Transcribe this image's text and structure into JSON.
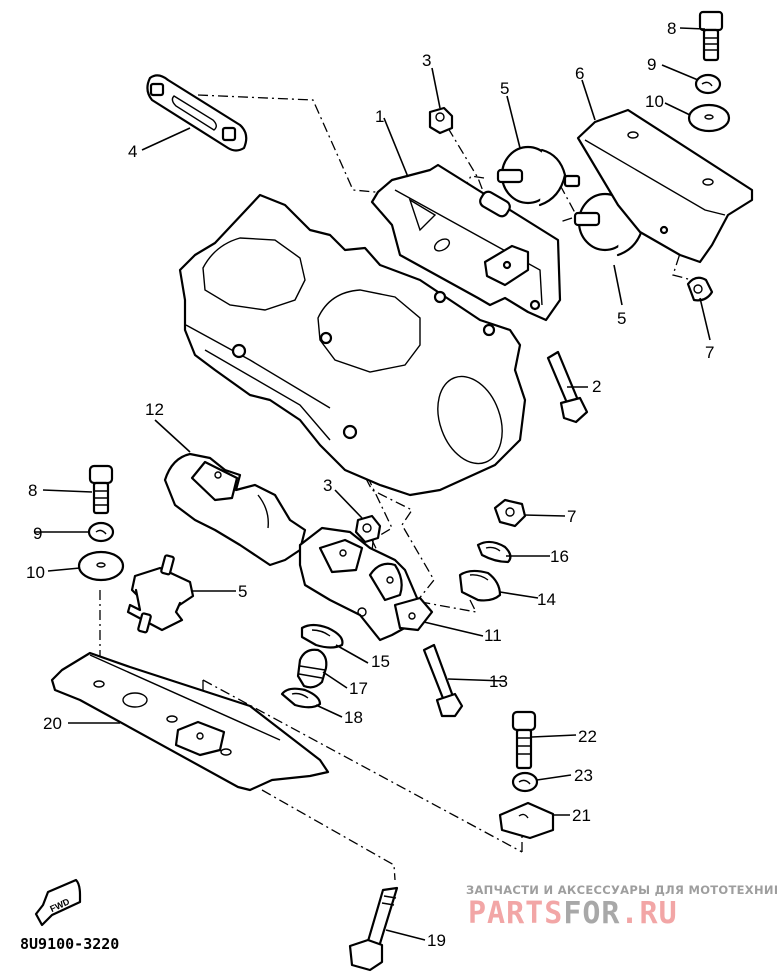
{
  "diagram": {
    "title": "Engine mount parts schematic",
    "drawing_code": "8U9100-3220",
    "direction_marker": "FWD",
    "callouts": [
      {
        "id": "c1",
        "label": "1",
        "part": "front-engine-bracket"
      },
      {
        "id": "c2",
        "label": "2",
        "part": "bolt-upper"
      },
      {
        "id": "c3a",
        "label": "3",
        "part": "nut-upper"
      },
      {
        "id": "c3b",
        "label": "3",
        "part": "nut-lower"
      },
      {
        "id": "c4",
        "label": "4",
        "part": "plate-link"
      },
      {
        "id": "c5a",
        "label": "5",
        "part": "damper-upper-left"
      },
      {
        "id": "c5b",
        "label": "5",
        "part": "damper-upper-right"
      },
      {
        "id": "c5c",
        "label": "5",
        "part": "damper-lower"
      },
      {
        "id": "c6",
        "label": "6",
        "part": "rear-mount-bracket"
      },
      {
        "id": "c7a",
        "label": "7",
        "part": "nut-right"
      },
      {
        "id": "c7b",
        "label": "7",
        "part": "nut-lower-right"
      },
      {
        "id": "c8a",
        "label": "8",
        "part": "bolt-top-right"
      },
      {
        "id": "c8b",
        "label": "8",
        "part": "bolt-left"
      },
      {
        "id": "c9a",
        "label": "9",
        "part": "lock-washer-top-right"
      },
      {
        "id": "c9b",
        "label": "9",
        "part": "lock-washer-left"
      },
      {
        "id": "c10a",
        "label": "10",
        "part": "plain-washer-top-right"
      },
      {
        "id": "c10b",
        "label": "10",
        "part": "plain-washer-left"
      },
      {
        "id": "c11",
        "label": "11",
        "part": "rear-engine-bracket"
      },
      {
        "id": "c12",
        "label": "12",
        "part": "mount-bracket-lower"
      },
      {
        "id": "c13",
        "label": "13",
        "part": "bolt-lower"
      },
      {
        "id": "c14",
        "label": "14",
        "part": "damper-rubber"
      },
      {
        "id": "c15",
        "label": "15",
        "part": "washer-15"
      },
      {
        "id": "c16",
        "label": "16",
        "part": "washer-16"
      },
      {
        "id": "c17",
        "label": "17",
        "part": "collar"
      },
      {
        "id": "c18",
        "label": "18",
        "part": "washer-18"
      },
      {
        "id": "c19",
        "label": "19",
        "part": "bolt-bottom"
      },
      {
        "id": "c20",
        "label": "20",
        "part": "engine-mount-plate"
      },
      {
        "id": "c21",
        "label": "21",
        "part": "nut-plate"
      },
      {
        "id": "c22",
        "label": "22",
        "part": "bolt-22"
      },
      {
        "id": "c23",
        "label": "23",
        "part": "lock-washer-23"
      }
    ]
  },
  "watermark": {
    "subtitle": "ЗАПЧАСТИ И АКСЕССУАРЫ ДЛЯ МОТОТЕХНИКИ",
    "logo_parts": [
      {
        "text": "PARTS",
        "color": "#f2a6a6"
      },
      {
        "text": "FOR",
        "color": "#a8a8a8"
      },
      {
        "text": ".RU",
        "color": "#f2a6a6"
      }
    ]
  }
}
